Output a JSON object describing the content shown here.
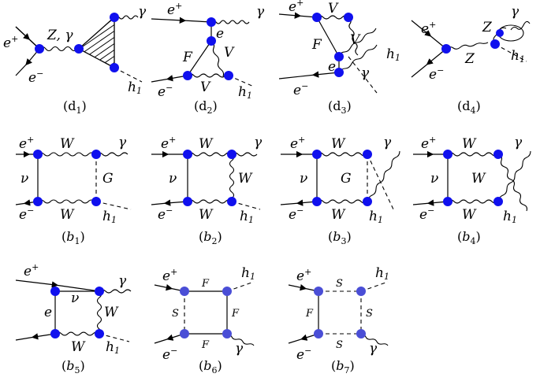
{
  "colors": {
    "vertex": "#1010ee",
    "vertex_light": "#4a4ed6",
    "line": "#000000"
  },
  "captions": {
    "d1": {
      "main": "d",
      "sub": "1"
    },
    "d2": {
      "main": "d",
      "sub": "2"
    },
    "d3": {
      "main": "d",
      "sub": "3"
    },
    "d4": {
      "main": "d",
      "sub": "4"
    },
    "b1": {
      "main": "b",
      "sub": "1"
    },
    "b2": {
      "main": "b",
      "sub": "2"
    },
    "b3": {
      "main": "b",
      "sub": "3"
    },
    "b4": {
      "main": "b",
      "sub": "4"
    },
    "b5": {
      "main": "b",
      "sub": "5"
    },
    "b6": {
      "main": "b",
      "sub": "6"
    },
    "b7": {
      "main": "b",
      "sub": "7"
    }
  },
  "labels": {
    "e_plus": "e",
    "plus": "+",
    "e_minus": "e",
    "minus": "−",
    "gamma": "γ",
    "h": "h",
    "h_sub": "1",
    "Z_gamma": "Z, γ",
    "Z": "Z",
    "F": "F",
    "V": "V",
    "e": "e",
    "W": "W",
    "nu": "ν",
    "G": "G",
    "S": "S"
  }
}
